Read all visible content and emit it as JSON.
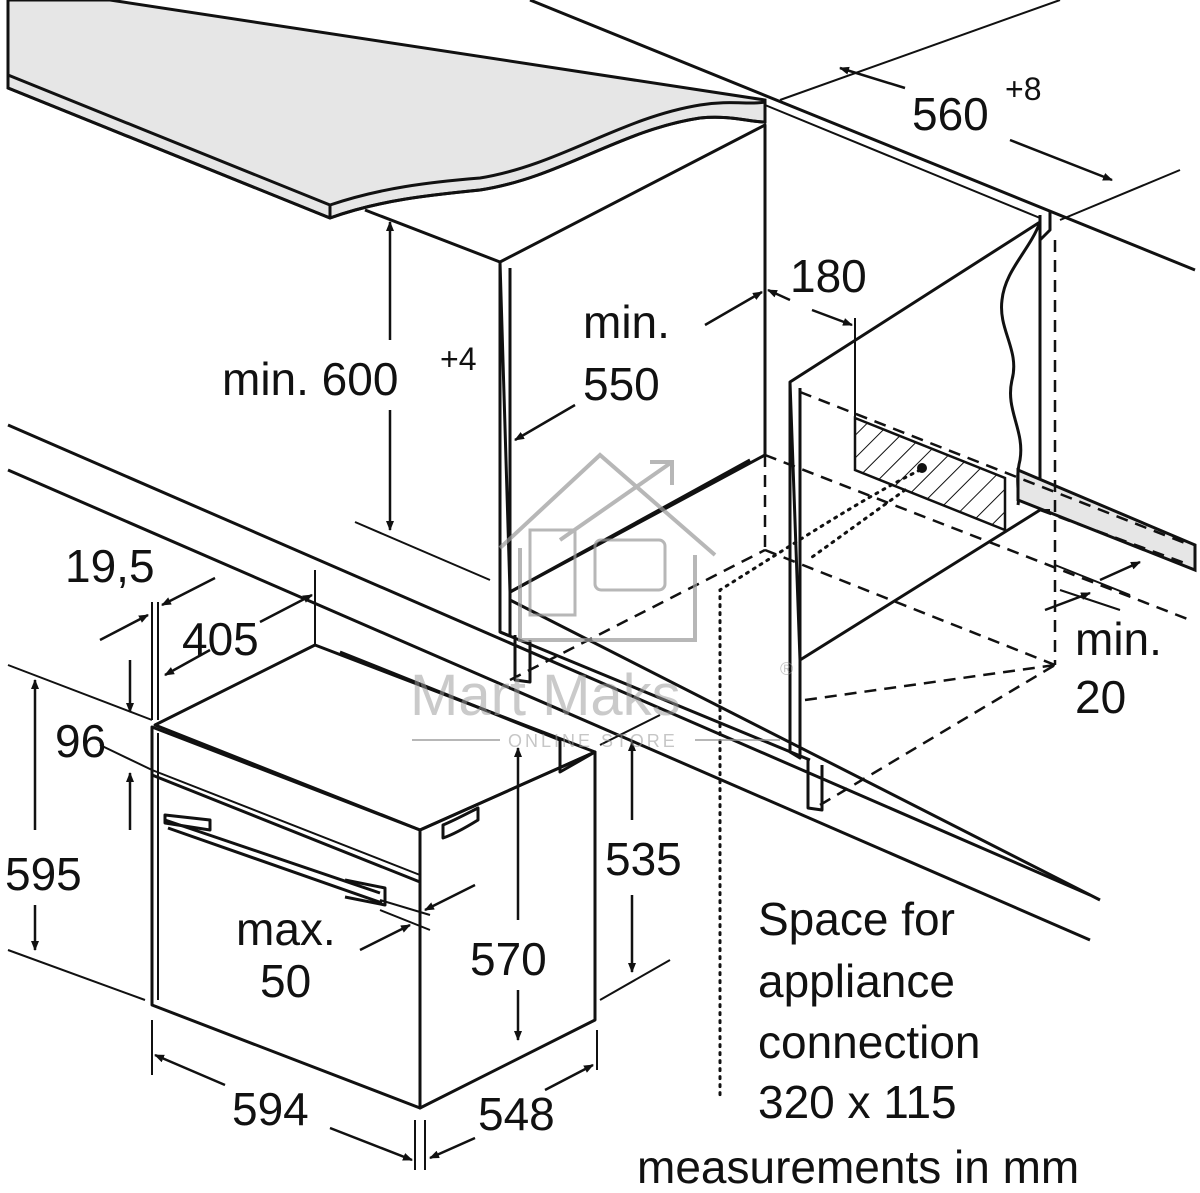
{
  "dimensions": {
    "niche_width": "560",
    "niche_width_tol": "+8",
    "niche_height": "min. 600",
    "niche_height_tol": "+4",
    "niche_depth_line1": "min.",
    "niche_depth_line2": "550",
    "vent_depth": "180",
    "rear_gap_line1": "min.",
    "rear_gap_line2": "20",
    "front_panel_thickness": "19,5",
    "front_offset": "405",
    "top_strip": "96",
    "overall_height": "595",
    "body_height": "570",
    "side_height": "535",
    "handle_clearance_line1": "max.",
    "handle_clearance_line2": "50",
    "overall_width": "594",
    "body_depth": "548"
  },
  "notes": {
    "connection_line1": "Space for",
    "connection_line2": "appliance",
    "connection_line3": "connection",
    "connection_line4": "320 x 115",
    "units": "measurements in mm"
  },
  "watermark": {
    "brand": "Mart Maks",
    "tagline": "ONLINE STORE",
    "mark": "®"
  },
  "colors": {
    "line": "#111111",
    "countertop": "#e6e6e6",
    "watermark": "#9a9a9a"
  }
}
